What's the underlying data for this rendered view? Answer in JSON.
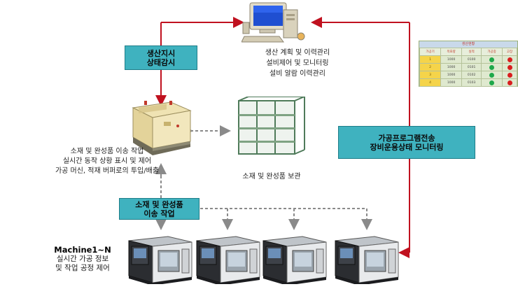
{
  "labels": {
    "production_box": [
      "생산지시",
      "상태감시"
    ],
    "pc_desc": [
      "생산 계획 및 이력관리",
      "설비제어 및 모니터링",
      "설비 알람 이력관리"
    ],
    "transfer_desc": [
      "소재 및 완성품 이송 작업",
      "실시간 동작 상황 표시 및 제어",
      "가공 머신, 적재 버퍼로의 투입/배출"
    ],
    "storage_desc": "소재 및 완성품 보관",
    "transfer_box": [
      "소재 및 완성품",
      "이송 작업"
    ],
    "program_box": [
      "가공프로그램전송",
      "장비운용상태 모니터링"
    ],
    "machine_title": "Machine1~N",
    "machine_desc": [
      "실시간 가공 정보",
      "및 작업 공정 제어"
    ]
  },
  "status_table": {
    "title": "생산현황",
    "columns": [
      "가공기",
      "목표량",
      "실적",
      "가공중",
      "고장"
    ],
    "rows": [
      {
        "no": "1",
        "target": "1000",
        "actual": "0100",
        "running": "green",
        "fault": "red"
      },
      {
        "no": "2",
        "target": "1000",
        "actual": "0101",
        "running": "green",
        "fault": "red"
      },
      {
        "no": "3",
        "target": "1000",
        "actual": "0102",
        "running": "green",
        "fault": "red"
      },
      {
        "no": "4",
        "target": "1000",
        "actual": "0103",
        "running": "green",
        "fault": "red"
      }
    ]
  },
  "colors": {
    "accent_box": "#3fb2bf",
    "arrow_red": "#c0111f",
    "arrow_gray": "#8a8a8a",
    "status_green": "#1fa84a",
    "status_red": "#d81e1e"
  }
}
